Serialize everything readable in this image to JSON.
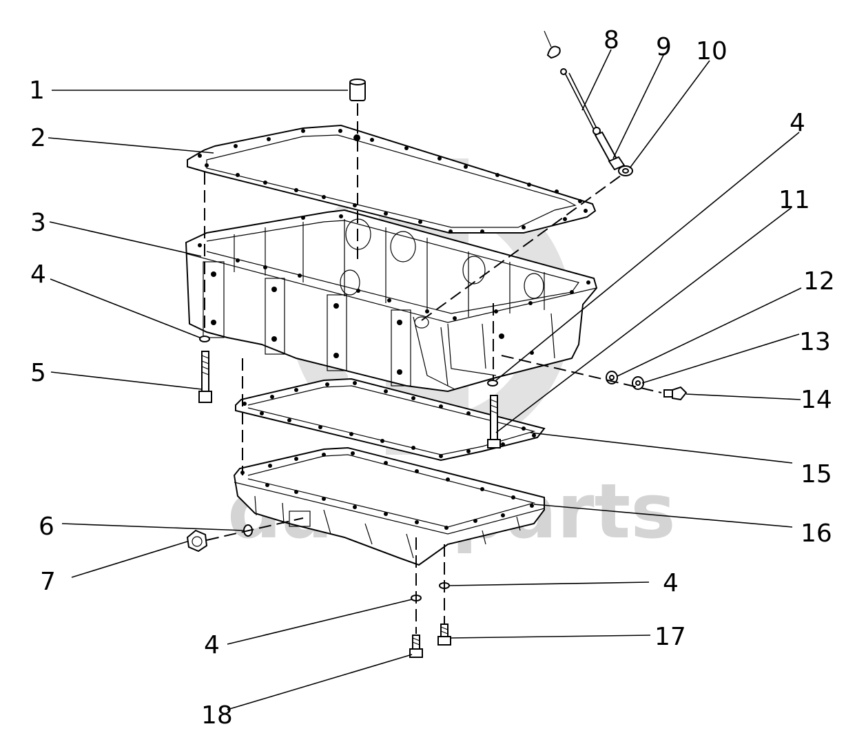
{
  "watermark": {
    "text": "data-parts",
    "color": "#d4d4d4"
  },
  "callouts": [
    {
      "id": "c1",
      "label": "1"
    },
    {
      "id": "c2",
      "label": "2"
    },
    {
      "id": "c3",
      "label": "3"
    },
    {
      "id": "c4a",
      "label": "4"
    },
    {
      "id": "c5",
      "label": "5"
    },
    {
      "id": "c6",
      "label": "6"
    },
    {
      "id": "c7",
      "label": "7"
    },
    {
      "id": "c8",
      "label": "8"
    },
    {
      "id": "c9",
      "label": "9"
    },
    {
      "id": "c10",
      "label": "10"
    },
    {
      "id": "c4b",
      "label": "4"
    },
    {
      "id": "c11",
      "label": "11"
    },
    {
      "id": "c12",
      "label": "12"
    },
    {
      "id": "c13",
      "label": "13"
    },
    {
      "id": "c14",
      "label": "14"
    },
    {
      "id": "c15",
      "label": "15"
    },
    {
      "id": "c16",
      "label": "16"
    },
    {
      "id": "c4c",
      "label": "4"
    },
    {
      "id": "c4d",
      "label": "4"
    },
    {
      "id": "c17",
      "label": "17"
    },
    {
      "id": "c18",
      "label": "18"
    }
  ]
}
